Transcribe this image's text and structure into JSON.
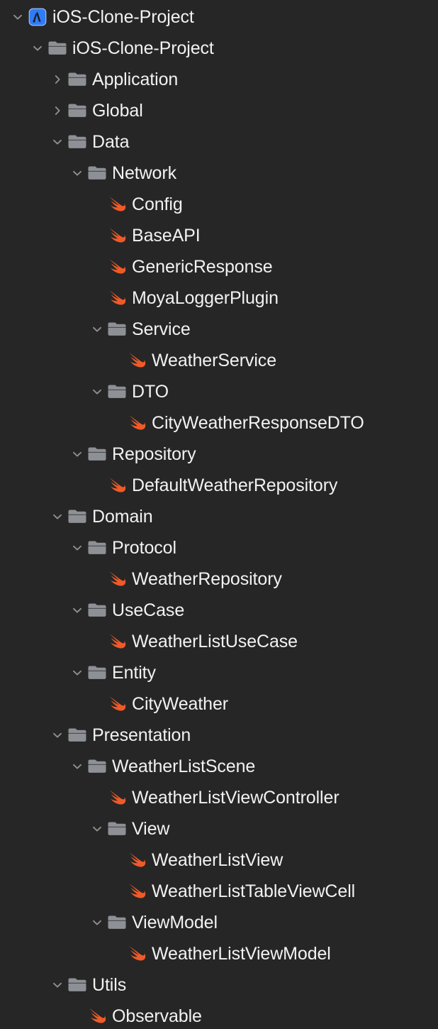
{
  "theme": {
    "background": "#262626",
    "text_color": "#f2f2f2",
    "folder_color": "#8d9095",
    "swift_color": "#f05a28",
    "chevron_color": "#8f8f8f",
    "project_icon_color": "#2f7cf6"
  },
  "navigator": {
    "title": "Project Navigator",
    "rows": [
      {
        "label": "iOS-Clone-Project",
        "depth": 0,
        "icon": "xcode-project-icon",
        "state": "expanded"
      },
      {
        "label": "iOS-Clone-Project",
        "depth": 1,
        "icon": "folder-icon",
        "state": "expanded"
      },
      {
        "label": "Application",
        "depth": 2,
        "icon": "folder-icon",
        "state": "collapsed"
      },
      {
        "label": "Global",
        "depth": 2,
        "icon": "folder-icon",
        "state": "collapsed"
      },
      {
        "label": "Data",
        "depth": 2,
        "icon": "folder-icon",
        "state": "expanded"
      },
      {
        "label": "Network",
        "depth": 3,
        "icon": "folder-icon",
        "state": "expanded"
      },
      {
        "label": "Config",
        "depth": 4,
        "icon": "swift-file-icon",
        "state": "leaf"
      },
      {
        "label": "BaseAPI",
        "depth": 4,
        "icon": "swift-file-icon",
        "state": "leaf"
      },
      {
        "label": "GenericResponse",
        "depth": 4,
        "icon": "swift-file-icon",
        "state": "leaf"
      },
      {
        "label": "MoyaLoggerPlugin",
        "depth": 4,
        "icon": "swift-file-icon",
        "state": "leaf"
      },
      {
        "label": "Service",
        "depth": 4,
        "icon": "folder-icon",
        "state": "expanded"
      },
      {
        "label": "WeatherService",
        "depth": 5,
        "icon": "swift-file-icon",
        "state": "leaf"
      },
      {
        "label": "DTO",
        "depth": 4,
        "icon": "folder-icon",
        "state": "expanded"
      },
      {
        "label": "CityWeatherResponseDTO",
        "depth": 5,
        "icon": "swift-file-icon",
        "state": "leaf"
      },
      {
        "label": "Repository",
        "depth": 3,
        "icon": "folder-icon",
        "state": "expanded"
      },
      {
        "label": "DefaultWeatherRepository",
        "depth": 4,
        "icon": "swift-file-icon",
        "state": "leaf"
      },
      {
        "label": "Domain",
        "depth": 2,
        "icon": "folder-icon",
        "state": "expanded"
      },
      {
        "label": "Protocol",
        "depth": 3,
        "icon": "folder-icon",
        "state": "expanded"
      },
      {
        "label": "WeatherRepository",
        "depth": 4,
        "icon": "swift-file-icon",
        "state": "leaf"
      },
      {
        "label": "UseCase",
        "depth": 3,
        "icon": "folder-icon",
        "state": "expanded"
      },
      {
        "label": "WeatherListUseCase",
        "depth": 4,
        "icon": "swift-file-icon",
        "state": "leaf"
      },
      {
        "label": "Entity",
        "depth": 3,
        "icon": "folder-icon",
        "state": "expanded"
      },
      {
        "label": "CityWeather",
        "depth": 4,
        "icon": "swift-file-icon",
        "state": "leaf"
      },
      {
        "label": "Presentation",
        "depth": 2,
        "icon": "folder-icon",
        "state": "expanded"
      },
      {
        "label": "WeatherListScene",
        "depth": 3,
        "icon": "folder-icon",
        "state": "expanded"
      },
      {
        "label": "WeatherListViewController",
        "depth": 4,
        "icon": "swift-file-icon",
        "state": "leaf"
      },
      {
        "label": "View",
        "depth": 4,
        "icon": "folder-icon",
        "state": "expanded"
      },
      {
        "label": "WeatherListView",
        "depth": 5,
        "icon": "swift-file-icon",
        "state": "leaf"
      },
      {
        "label": "WeatherListTableViewCell",
        "depth": 5,
        "icon": "swift-file-icon",
        "state": "leaf"
      },
      {
        "label": "ViewModel",
        "depth": 4,
        "icon": "folder-icon",
        "state": "expanded"
      },
      {
        "label": "WeatherListViewModel",
        "depth": 5,
        "icon": "swift-file-icon",
        "state": "leaf"
      },
      {
        "label": "Utils",
        "depth": 2,
        "icon": "folder-icon",
        "state": "expanded"
      },
      {
        "label": "Observable",
        "depth": 3,
        "icon": "swift-file-icon",
        "state": "leaf"
      }
    ]
  }
}
